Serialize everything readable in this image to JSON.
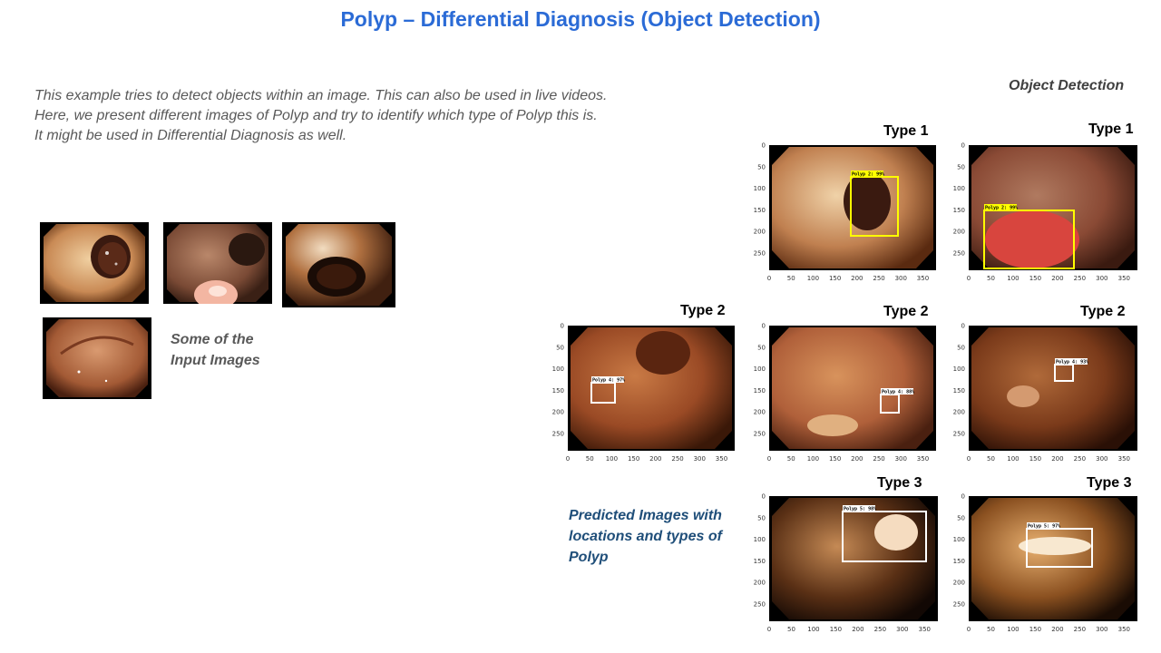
{
  "title": "Polyp – Differential Diagnosis (Object Detection)",
  "intro": [
    "This example tries to detect objects within an image. This can also be used in live videos.",
    "Here, we present different images of Polyp and try to identify which type of Polyp this is.",
    "It might be used in Differential  Diagnosis as well."
  ],
  "object_detection_label": "Object Detection",
  "input_caption": [
    "Some of the",
    "Input Images"
  ],
  "predicted_caption": [
    "Predicted Images with",
    "locations and types of",
    "Polyp"
  ],
  "y_ticks": [
    "0",
    "50",
    "100",
    "150",
    "200",
    "250"
  ],
  "x_ticks": [
    "0",
    "50",
    "100",
    "150",
    "200",
    "250",
    "300",
    "350"
  ],
  "plots": [
    {
      "type_label": "Type 1",
      "detection": "Polyp 2: 99%",
      "box_color": "#ffff00",
      "scene": "dark-polyp"
    },
    {
      "type_label": "Type 1",
      "detection": "Polyp 2: 99%",
      "box_color": "#ffff00",
      "scene": "red-polyp"
    },
    {
      "type_label": "Type 2",
      "detection": "Polyp 4: 97%",
      "box_color": "#ffffff",
      "scene": "orange-lumen"
    },
    {
      "type_label": "Type 2",
      "detection": "Polyp 4: 88%",
      "box_color": "#ffffff",
      "scene": "orange-tissue"
    },
    {
      "type_label": "Type 2",
      "detection": "Polyp 4: 93%",
      "box_color": "#ffffff",
      "scene": "dark-orange"
    },
    {
      "type_label": "Type 3",
      "detection": "Polyp 5: 98%",
      "box_color": "#ffffff",
      "scene": "tunnel"
    },
    {
      "type_label": "Type 3",
      "detection": "Polyp 5: 97%",
      "box_color": "#ffffff",
      "scene": "tunnel-bright"
    }
  ],
  "colors": {
    "title": "#2b6bd6",
    "caption_blue": "#1f4e79",
    "text_gray": "#595959"
  }
}
